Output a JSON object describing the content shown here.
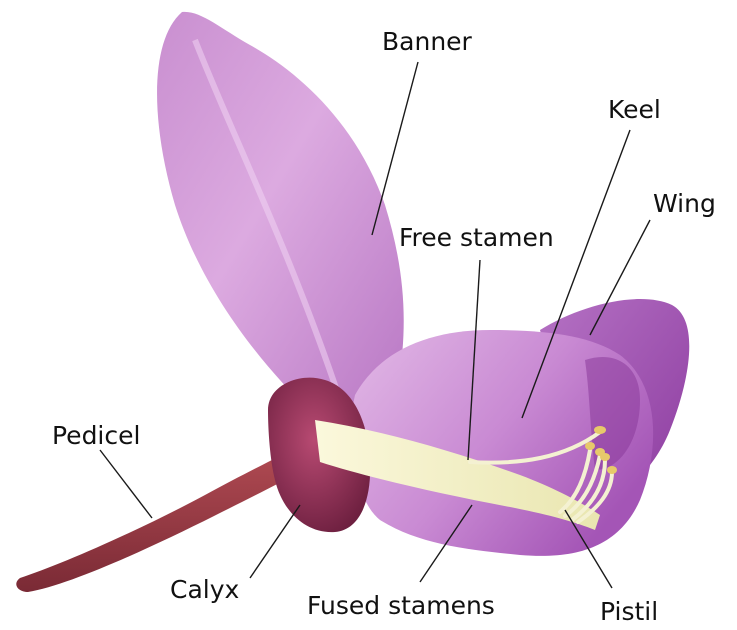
{
  "labels": {
    "banner": "Banner",
    "keel": "Keel",
    "wing": "Wing",
    "free_stamen": "Free stamen",
    "pedicel": "Pedicel",
    "calyx": "Calyx",
    "fused_stamens": "Fused stamens",
    "pistil": "Pistil"
  },
  "colors": {
    "petal_light": "#d7a3dc",
    "petal_mid": "#c07fca",
    "petal_dark": "#8a3a9a",
    "calyx": "#8b2f52",
    "pedicel": "#9a3b45",
    "stamen": "#f2f0c8",
    "anther": "#e7c96a"
  }
}
